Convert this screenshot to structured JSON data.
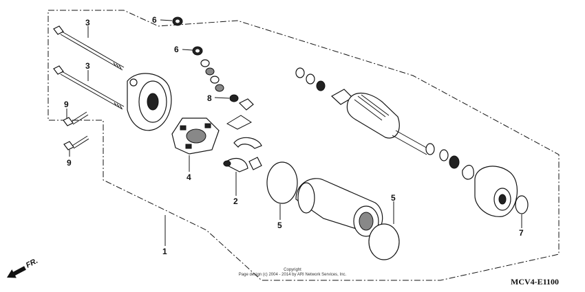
{
  "diagram": {
    "callouts": [
      "6",
      "6",
      "3",
      "3",
      "8",
      "9",
      "9",
      "4",
      "2",
      "5",
      "5",
      "1",
      "7"
    ],
    "copyright_line1": "Copyright",
    "copyright_line2": "Page design (c) 2004 - 2014 by ARI Network Services, Inc.",
    "diagram_code": "MCV4-E1100",
    "direction_label": "FR."
  }
}
